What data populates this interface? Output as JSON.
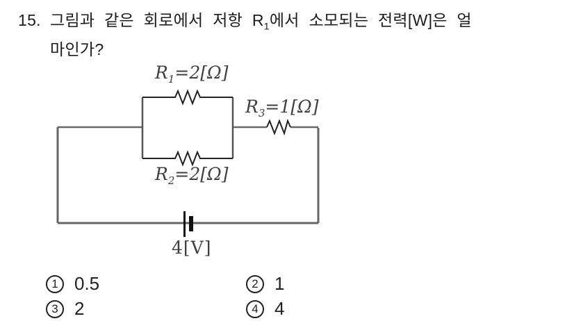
{
  "question": {
    "number": "15.",
    "text_before_sub": "그림과 같은 회로에서 저항 R",
    "subscript": "1",
    "text_after_sub": "에서 소모되는 전력[W]은 얼",
    "line2": "마인가?"
  },
  "circuit": {
    "resistor_labels": [
      {
        "base": "R",
        "sub": "1",
        "value": "=2[Ω]"
      },
      {
        "base": "R",
        "sub": "2",
        "value": "=2[Ω]"
      },
      {
        "base": "R",
        "sub": "3",
        "value": "=1[Ω]"
      }
    ],
    "battery_label": "4[V]",
    "colors": {
      "wire": "#666666",
      "component": "#222222",
      "battery": "#111111"
    }
  },
  "choices": [
    {
      "marker": "1",
      "label": "0.5"
    },
    {
      "marker": "2",
      "label": "1"
    },
    {
      "marker": "3",
      "label": "2"
    },
    {
      "marker": "4",
      "label": "4"
    }
  ]
}
